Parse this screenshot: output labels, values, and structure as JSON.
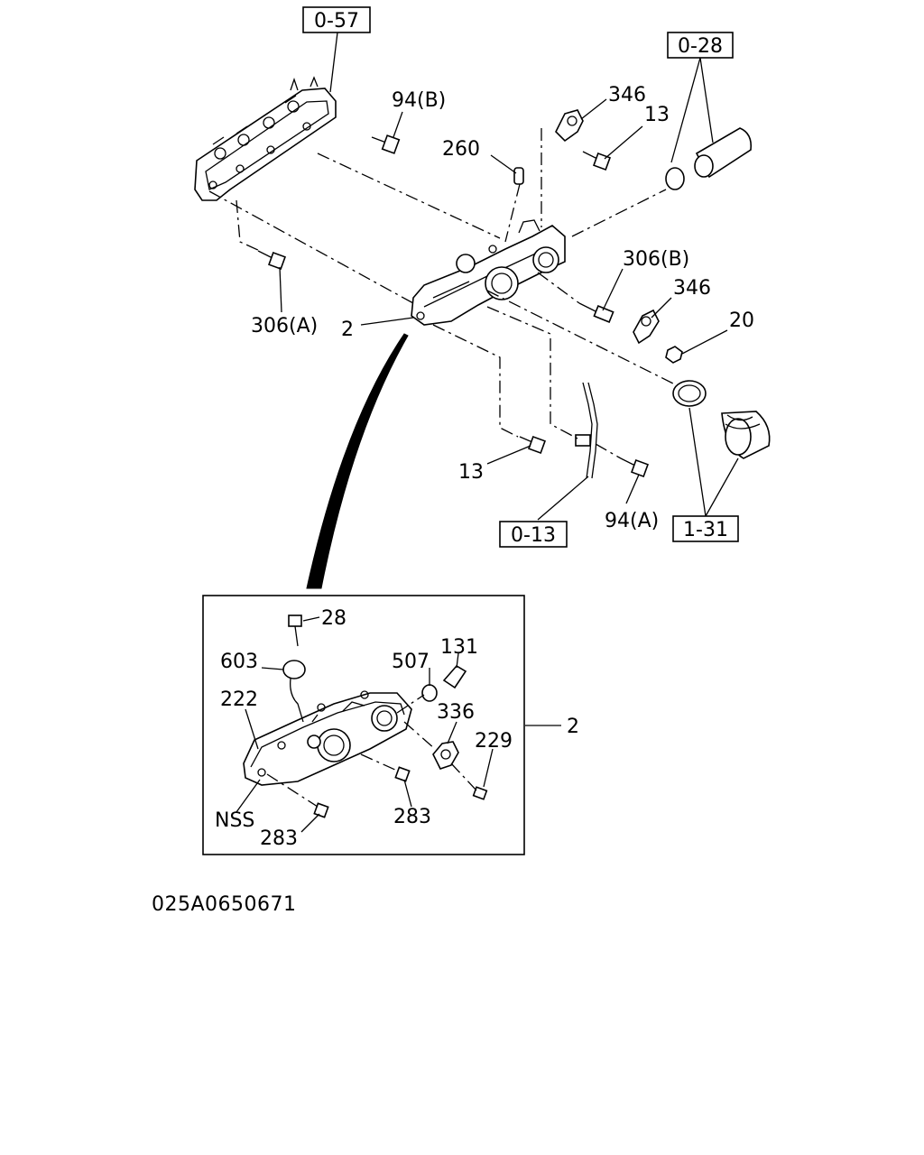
{
  "diagram": {
    "figure_code": "025A0650671",
    "reference_boxes": [
      "0-57",
      "0-28",
      "0-13",
      "1-31"
    ],
    "callouts": {
      "c94b": "94(B)",
      "c346a": "346",
      "c13a": "13",
      "c260": "260",
      "c306b": "306(B)",
      "c346b": "346",
      "c20": "20",
      "c306a": "306(A)",
      "c2": "2",
      "c13b": "13",
      "c94a": "94(A)"
    },
    "detail": {
      "group_label": "2",
      "callouts": {
        "d28": "28",
        "d603": "603",
        "d507": "507",
        "d131": "131",
        "d222": "222",
        "d336": "336",
        "d229": "229",
        "dnss": "NSS",
        "d283a": "283",
        "d283b": "283"
      }
    }
  }
}
